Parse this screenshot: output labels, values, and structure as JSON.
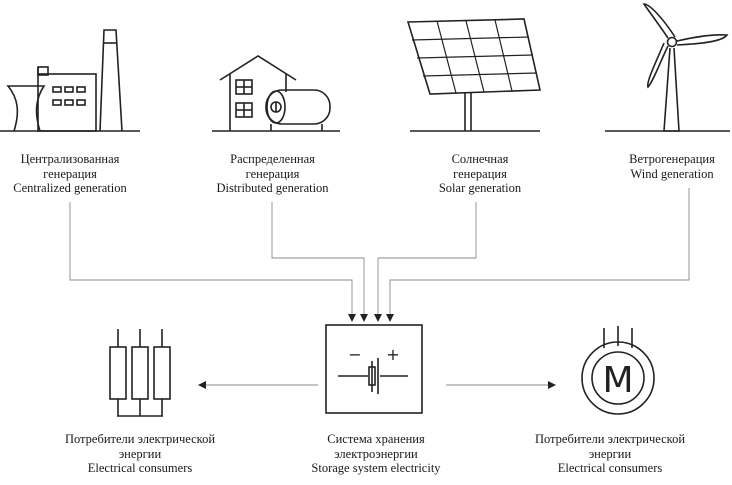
{
  "sources": [
    {
      "id": "centralized",
      "ru_lines": [
        "Централизованная",
        "генерация"
      ],
      "en": "Centralized generation",
      "icon": "power-plant-icon"
    },
    {
      "id": "distributed",
      "ru_lines": [
        "Распределенная",
        "генерация"
      ],
      "en": "Distributed generation",
      "icon": "house-generator-icon"
    },
    {
      "id": "solar",
      "ru_lines": [
        "Солнечная",
        "генерация"
      ],
      "en": "Solar generation",
      "icon": "solar-panel-icon"
    },
    {
      "id": "wind",
      "ru_lines": [
        "Ветрогенерация"
      ],
      "en": "Wind generation",
      "icon": "wind-turbine-icon"
    }
  ],
  "consumers_left": {
    "ru_lines": [
      "Потребители электрической",
      "энергии"
    ],
    "en": "Electrical consumers",
    "icon": "resistor-load-icon"
  },
  "storage": {
    "ru_lines": [
      "Система хранения",
      "электроэнергии"
    ],
    "en": "Storage system electricity",
    "icon": "battery-icon",
    "plus": "+",
    "minus": "−"
  },
  "consumers_right": {
    "ru_lines": [
      "Потребители электрической",
      "энергии"
    ],
    "en": "Electrical consumers",
    "icon": "motor-icon",
    "motor_letter": "M"
  }
}
